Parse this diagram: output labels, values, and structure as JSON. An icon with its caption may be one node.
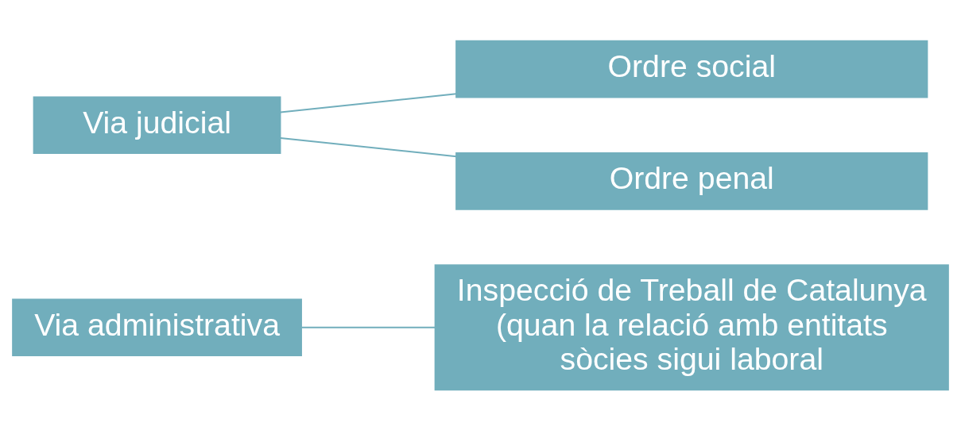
{
  "diagram": {
    "nodes": [
      {
        "text": [
          "Via administrativa"
        ]
      },
      {
        "text": [
          "Inspecció de Treball de Catalunya (quan la relació amb entitats sòcies sigui laboral"
        ]
      },
      {
        "text": [
          "Via judicial"
        ]
      },
      {
        "text": [
          "Ordre social"
        ]
      },
      {
        "text": [
          "Ordre penal"
        ]
      }
    ],
    "edges": [
      {
        "from": 0,
        "to": 1,
        "arrow": "none"
      },
      {
        "from": 2,
        "to": 3,
        "arrow": "none"
      },
      {
        "from": 2,
        "to": 4,
        "arrow": "none"
      }
    ]
  }
}
